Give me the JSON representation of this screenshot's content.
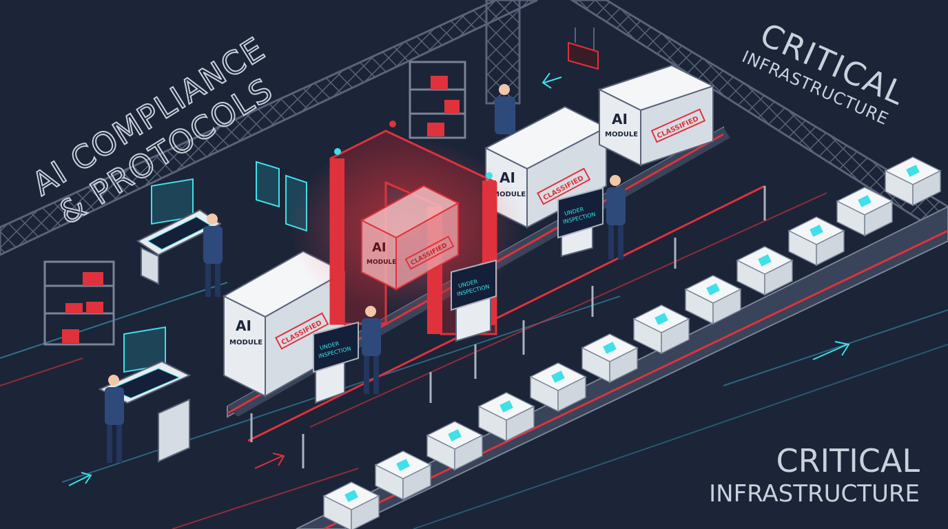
{
  "headline_left": {
    "line1": "AI COMPLIANCE",
    "line2": "& PROTOCOLS"
  },
  "headline_top_right": {
    "line1": "CRITICAL",
    "line2": "INFRASTRUCTURE"
  },
  "headline_bottom_right": {
    "line1": "CRITICAL",
    "line2": "INFRASTRUCTURE"
  },
  "crates": [
    {
      "title": "AI",
      "subtitle": "MODULE",
      "stamp": "CLASSIFIED"
    },
    {
      "title": "AI",
      "subtitle": "MODULE",
      "stamp": "CLASSIFIED"
    },
    {
      "title": "AI",
      "subtitle": "MODULE",
      "stamp": "CLASSIFIED"
    },
    {
      "title": "AI",
      "subtitle": "MODULE",
      "stamp": "CLASSIFIED"
    }
  ],
  "kiosks": [
    {
      "screen_line1": "UNDER",
      "screen_line2": "INSPECTION"
    },
    {
      "screen_line1": "UNDER",
      "screen_line2": "INSPECTION"
    },
    {
      "screen_line1": "UNDER",
      "screen_line2": "INSPECTION"
    }
  ],
  "colors": {
    "background": "#1c2438",
    "truss": "#5a6478",
    "accent_red": "#e0323c",
    "accent_cyan": "#3fe0e8",
    "crate_face": "#e8ecf0",
    "headline": "#c9d1dc"
  }
}
